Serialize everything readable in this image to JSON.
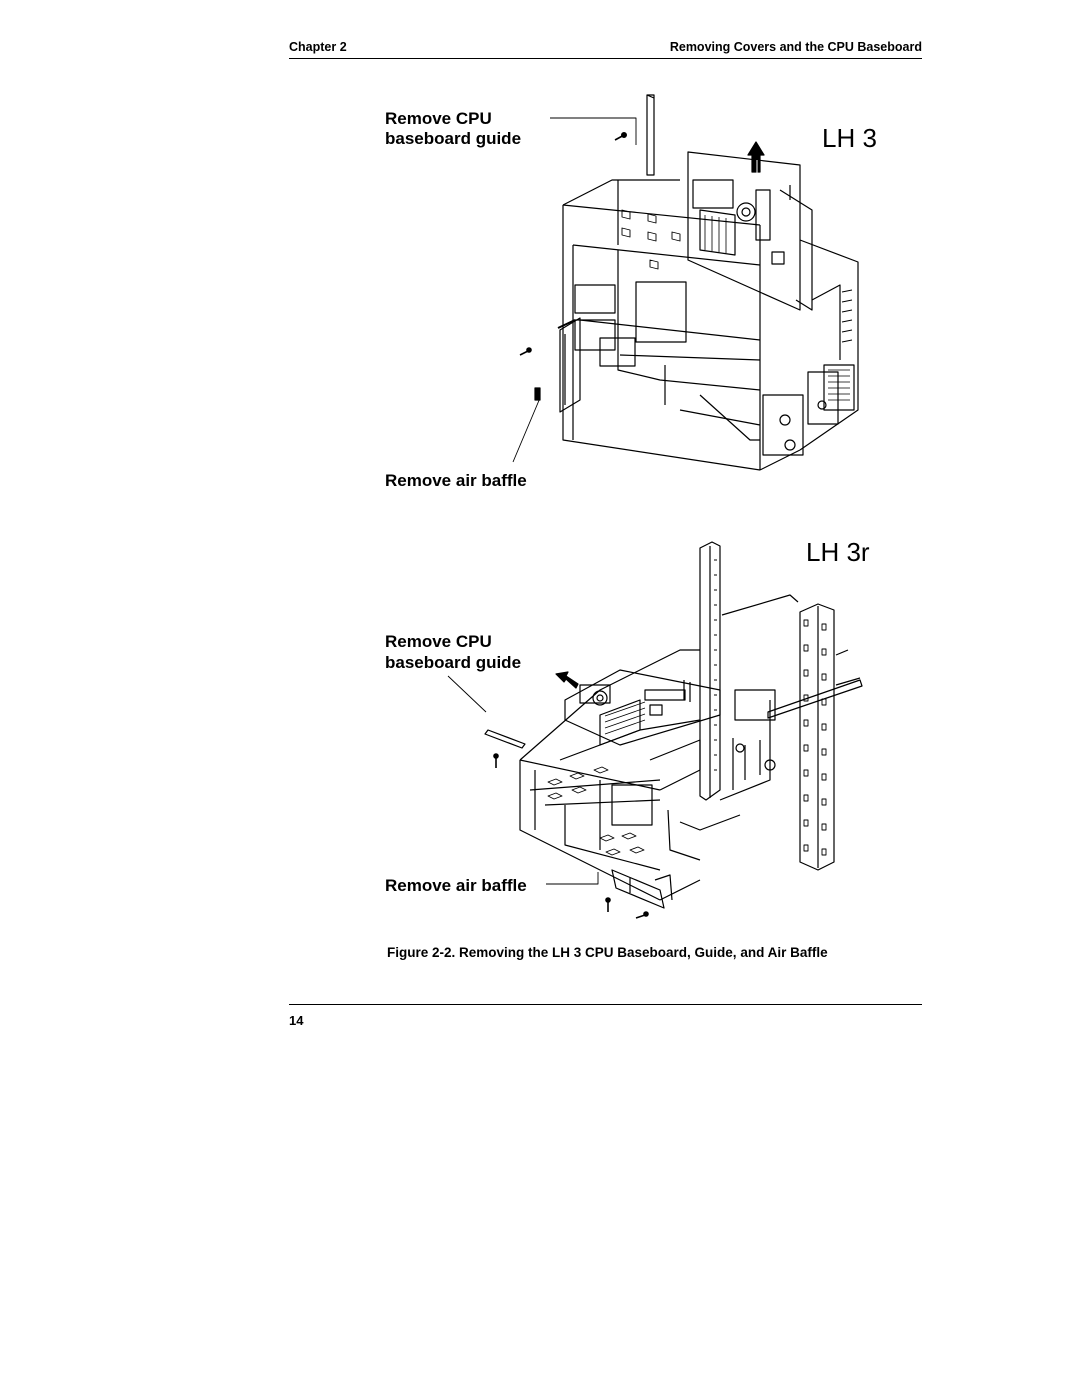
{
  "header": {
    "chapter": "Chapter 2",
    "section": "Removing Covers and the CPU Baseboard"
  },
  "figure_top": {
    "model": "LH 3",
    "label_guide_line1": "Remove CPU",
    "label_guide_line2": "baseboard guide",
    "label_baffle": "Remove air baffle"
  },
  "figure_bottom": {
    "model": "LH 3r",
    "label_guide_line1": "Remove CPU",
    "label_guide_line2": "baseboard guide",
    "label_baffle": "Remove air baffle"
  },
  "caption": "Figure 2-2. Removing the LH 3 CPU Baseboard, Guide, and Air Baffle",
  "footer": {
    "page_number": "14"
  }
}
